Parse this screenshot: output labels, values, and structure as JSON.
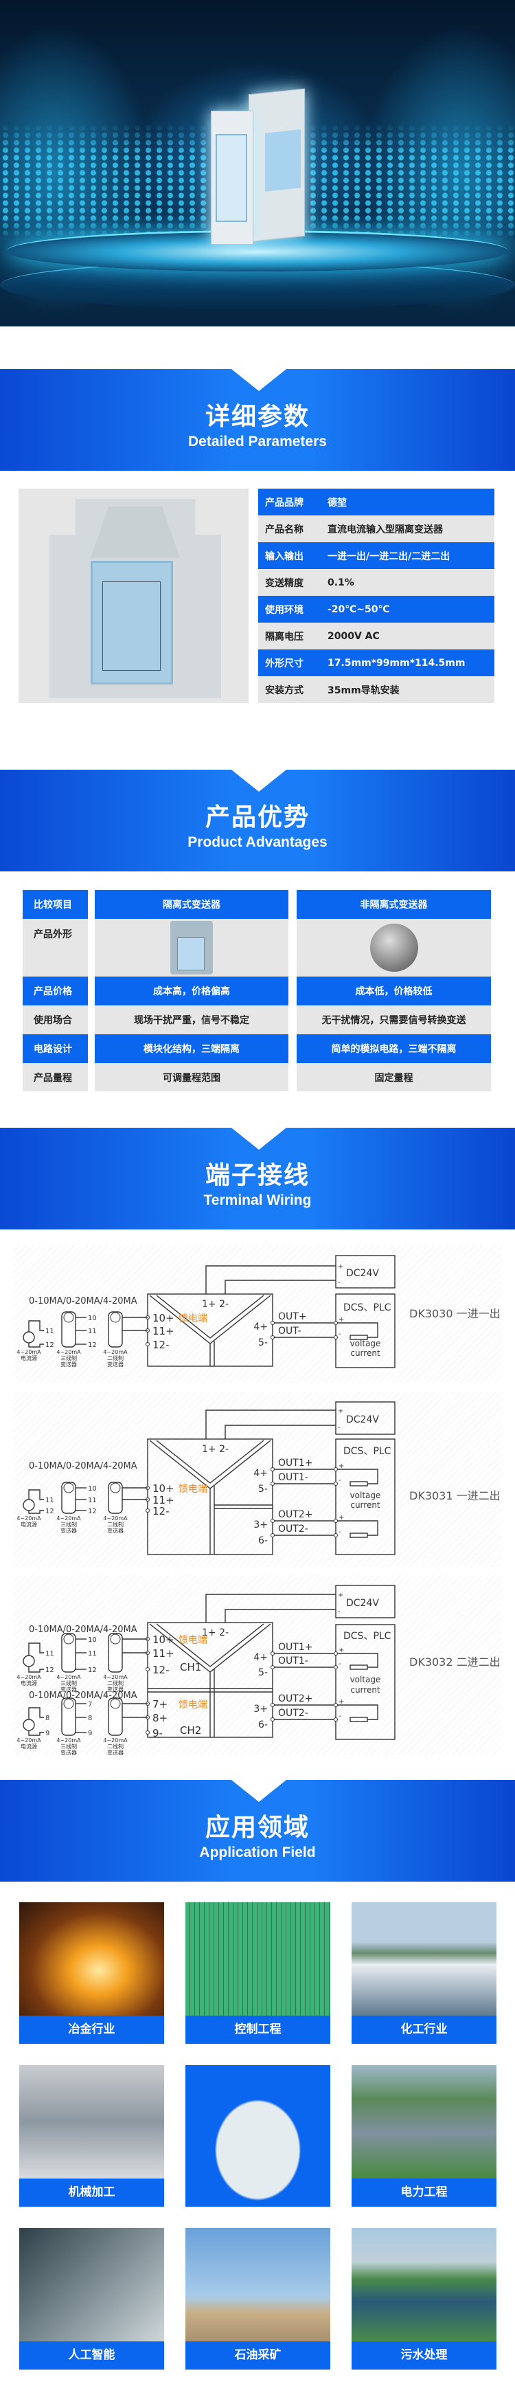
{
  "colors": {
    "brand_blue": "#0a66ee",
    "banner_dark": "#0a49d4",
    "banner_light": "#1a7cf6",
    "feed_orange": "#f08a24"
  },
  "sections": {
    "params": {
      "title": "详细参数",
      "subtitle": "Detailed Parameters"
    },
    "advantages": {
      "title": "产品优势",
      "subtitle": "Product Advantages"
    },
    "wiring": {
      "title": "端子接线",
      "subtitle": "Terminal Wiring"
    },
    "application": {
      "title": "应用领域",
      "subtitle": "Application Field"
    }
  },
  "params": [
    {
      "key": "产品品牌",
      "value": "德堃"
    },
    {
      "key": "产品名称",
      "value": "直流电流输入型隔离变送器"
    },
    {
      "key": "输入输出",
      "value": "一进一出/一进二出/二进二出"
    },
    {
      "key": "变送精度",
      "value": "0.1%"
    },
    {
      "key": "使用环境",
      "value": "-20℃~50℃"
    },
    {
      "key": "隔离电压",
      "value": "2000V AC"
    },
    {
      "key": "外形尺寸",
      "value": "17.5mm*99mm*114.5mm"
    },
    {
      "key": "安装方式",
      "value": "35mm导轨安装"
    }
  ],
  "comparison": {
    "headers": [
      "比较项目",
      "隔离式变送器",
      "非隔离式变送器"
    ],
    "rows": [
      {
        "item": "产品外形",
        "isolated": "",
        "non_isolated": ""
      },
      {
        "item": "产品价格",
        "isolated": "成本高，价格偏高",
        "non_isolated": "成本低，价格较低"
      },
      {
        "item": "使用场合",
        "isolated": "现场干扰严重，信号不稳定",
        "non_isolated": "无干扰情况，只需要信号转换变送"
      },
      {
        "item": "电路设计",
        "isolated": "模块化结构，三端隔离",
        "non_isolated": "简单的模拟电路，三端不隔离"
      },
      {
        "item": "产品量程",
        "isolated": "可调量程范围",
        "non_isolated": "固定量程"
      }
    ]
  },
  "diagrams": [
    {
      "model": "DK3030 一进一出",
      "power": {
        "label": "DC24V",
        "plus": "+",
        "minus": "-"
      },
      "supply_terms": "1+  2-",
      "dcs_label": "DCS、PLC",
      "load_text": [
        "voltage",
        "current"
      ],
      "channels": [
        {
          "range": "0-10MA/0-20MA/4-20MA",
          "terms": [
            "10+",
            "11+",
            "12-"
          ],
          "feed": "馈电端",
          "name": "",
          "dev_terms": [
            "10",
            "11",
            "12"
          ]
        }
      ],
      "outputs": [
        {
          "pos_term": "4+",
          "neg_term": "5-",
          "pos_label": "OUT+",
          "neg_label": "OUT-"
        }
      ],
      "devices": [
        [
          "4~20mA",
          "电流源"
        ],
        [
          "4~20mA",
          "三线制",
          "变送器"
        ],
        [
          "4~20mA",
          "二线制",
          "变送器"
        ]
      ]
    },
    {
      "model": "DK3031 一进二出",
      "power": {
        "label": "DC24V",
        "plus": "+",
        "minus": "-"
      },
      "supply_terms": "1+  2-",
      "dcs_label": "DCS、PLC",
      "load_text": [
        "voltage",
        "current"
      ],
      "channels": [
        {
          "range": "0-10MA/0-20MA/4-20MA",
          "terms": [
            "10+",
            "11+",
            "12-"
          ],
          "feed": "馈电端",
          "name": "",
          "dev_terms": [
            "10",
            "11",
            "12"
          ]
        }
      ],
      "outputs": [
        {
          "pos_term": "4+",
          "neg_term": "5-",
          "pos_label": "OUT1+",
          "neg_label": "OUT1-"
        },
        {
          "pos_term": "3+",
          "neg_term": "6-",
          "pos_label": "OUT2+",
          "neg_label": "OUT2-"
        }
      ],
      "devices": [
        [
          "4~20mA",
          "电流源"
        ],
        [
          "4~20mA",
          "三线制",
          "变送器"
        ],
        [
          "4~20mA",
          "二线制",
          "变送器"
        ]
      ]
    },
    {
      "model": "DK3032 二进二出",
      "power": {
        "label": "DC24V",
        "plus": "+",
        "minus": "-"
      },
      "supply_terms": "1+  2-",
      "dcs_label": "DCS、PLC",
      "load_text": [
        "voltage",
        "current"
      ],
      "channels": [
        {
          "range": "0-10MA/0-20MA/4-20MA",
          "terms": [
            "10+",
            "11+",
            "12-"
          ],
          "feed": "馈电端",
          "name": "CH1",
          "dev_terms": [
            "10",
            "11",
            "12"
          ]
        },
        {
          "range": "0-10MA/0-20MA/4-20MA",
          "terms": [
            "7+",
            "8+",
            "9-"
          ],
          "feed": "馈电端",
          "name": "CH2",
          "dev_terms": [
            "7",
            "8",
            "9"
          ]
        }
      ],
      "outputs": [
        {
          "pos_term": "4+",
          "neg_term": "5-",
          "pos_label": "OUT1+",
          "neg_label": "OUT1-"
        },
        {
          "pos_term": "3+",
          "neg_term": "6-",
          "pos_label": "OUT2+",
          "neg_label": "OUT2-"
        }
      ],
      "devices": [
        [
          "4~20mA",
          "电流源"
        ],
        [
          "4~20mA",
          "三线制",
          "变送器"
        ],
        [
          "4~20mA",
          "二线制",
          "变送器"
        ]
      ]
    }
  ],
  "applications": [
    {
      "label": "冶金行业",
      "theme": "furnace"
    },
    {
      "label": "控制工程",
      "theme": "cabinet"
    },
    {
      "label": "化工行业",
      "theme": "chemical"
    },
    {
      "label": "机械加工",
      "theme": "factory"
    },
    {
      "label": "",
      "theme": "product"
    },
    {
      "label": "电力工程",
      "theme": "power"
    },
    {
      "label": "人工智能",
      "theme": "robot"
    },
    {
      "label": "石油采矿",
      "theme": "oil"
    },
    {
      "label": "污水处理",
      "theme": "water"
    }
  ]
}
